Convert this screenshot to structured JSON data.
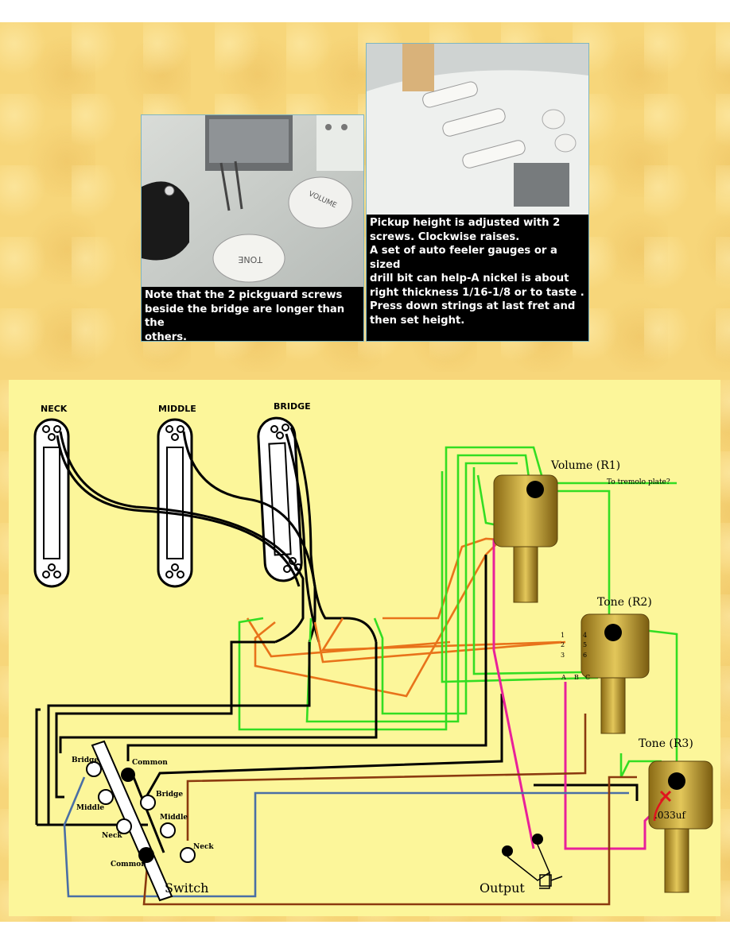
{
  "captions": {
    "left": "Note that the 2 pickguard screws\nbeside the bridge are longer than the\nothers.",
    "right": "Pickup height is adjusted with 2\nscrews. Clockwise raises.\nA set of auto feeler gauges or a sized\ndrill bit can help-A nickel is about\nright thickness 1/16-1/8 or to taste .\nPress down strings at last fret and\nthen set height."
  },
  "photo_text": {
    "volume_knob": "VOLUME",
    "tone_knob": "TONE"
  },
  "pickups": {
    "neck": "NECK",
    "middle": "MIDDLE",
    "bridge": "BRIDGE"
  },
  "pots": {
    "volume": "Volume (R1)",
    "tremolo": "To tremolo plate?",
    "tone_r2": "Tone (R2)",
    "tone_r3": "Tone (R3)",
    "capacitor": ".033uf",
    "lug_1": "1",
    "lug_2": "2",
    "lug_3": "3",
    "lug_4": "4",
    "lug_5": "5",
    "lug_6": "6",
    "lug_a": "A",
    "lug_b": "B",
    "lug_c": "C"
  },
  "switch": {
    "title": "Switch",
    "bridge_left": "Bridge",
    "common_top": "Common",
    "bridge_right": "Bridge",
    "middle_left": "Middle",
    "middle_right": "Middle",
    "neck_left": "Neck",
    "neck_right": "Neck",
    "common_bottom": "Common"
  },
  "output": "Output",
  "colors": {
    "background": "#f7d67a",
    "diagram_bg": "#fcf69a",
    "wire_green": "#33dd22",
    "wire_orange": "#e8731a",
    "wire_black": "#000000",
    "wire_magenta": "#e8209a",
    "wire_blue": "#4a6fa5",
    "wire_brown": "#8b3a0f",
    "caption_bg": "#000000"
  }
}
